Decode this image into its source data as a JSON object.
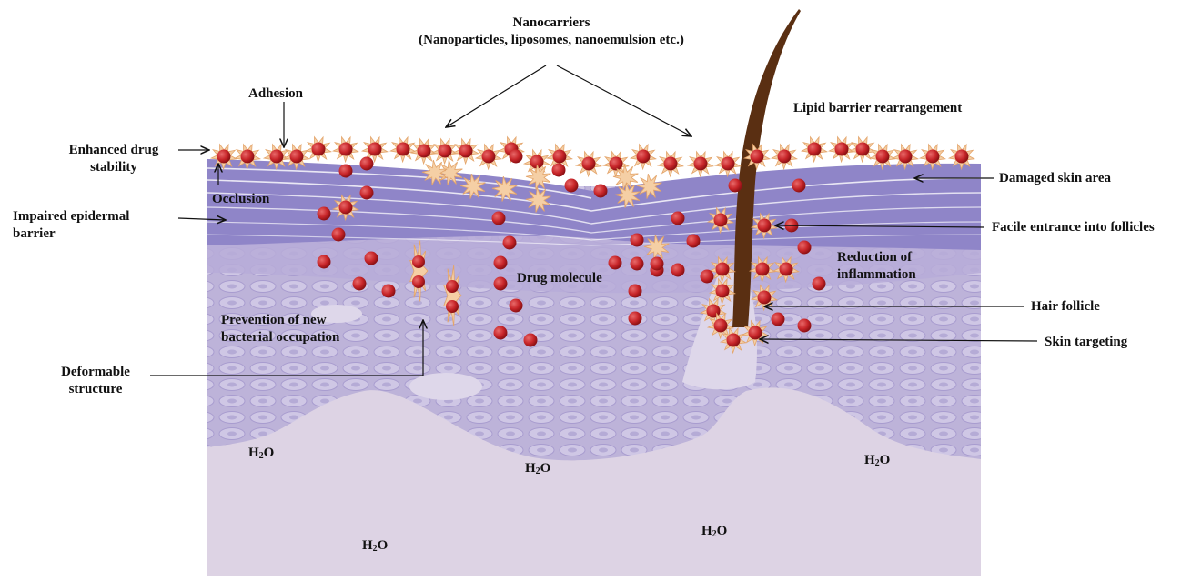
{
  "labels": {
    "nanocarriers_title": "Nanocarriers",
    "nanocarriers_sub": "(Nanoparticles, liposomes, nanoemulsion etc.)",
    "adhesion": "Adhesion",
    "enhanced_line1": "Enhanced drug",
    "enhanced_line2": "stability",
    "occlusion": "Occlusion",
    "impaired_line1": "Impaired epidermal",
    "impaired_line2": "barrier",
    "lipid_barrier": "Lipid barrier rearrangement",
    "damaged_skin": "Damaged skin area",
    "facile_entrance": "Facile entrance into follicles",
    "reduction_line1": "Reduction of",
    "reduction_line2": "inflammation",
    "drug_molecule": "Drug molecule",
    "hair_follicle": "Hair follicle",
    "skin_targeting": "Skin targeting",
    "prevention_line1": "Prevention of new",
    "prevention_line2": "bacterial occupation",
    "deformable_line1": "Deformable",
    "deformable_line2": "structure"
  },
  "water": {
    "h": "H",
    "sub": "2",
    "o": "O"
  },
  "colors": {
    "dermis": "#ddd3e4",
    "epidermis": "#b8aed6",
    "stratum_corneum": "#8d83c6",
    "nanoparticle": "#c8262a",
    "spiky_carrier": "#f5cfa5",
    "hair": "#5a2f12"
  },
  "icons": [
    "nanoparticle-icon",
    "spiky-carrier-icon",
    "hair-shaft-icon",
    "arrow-icon"
  ]
}
